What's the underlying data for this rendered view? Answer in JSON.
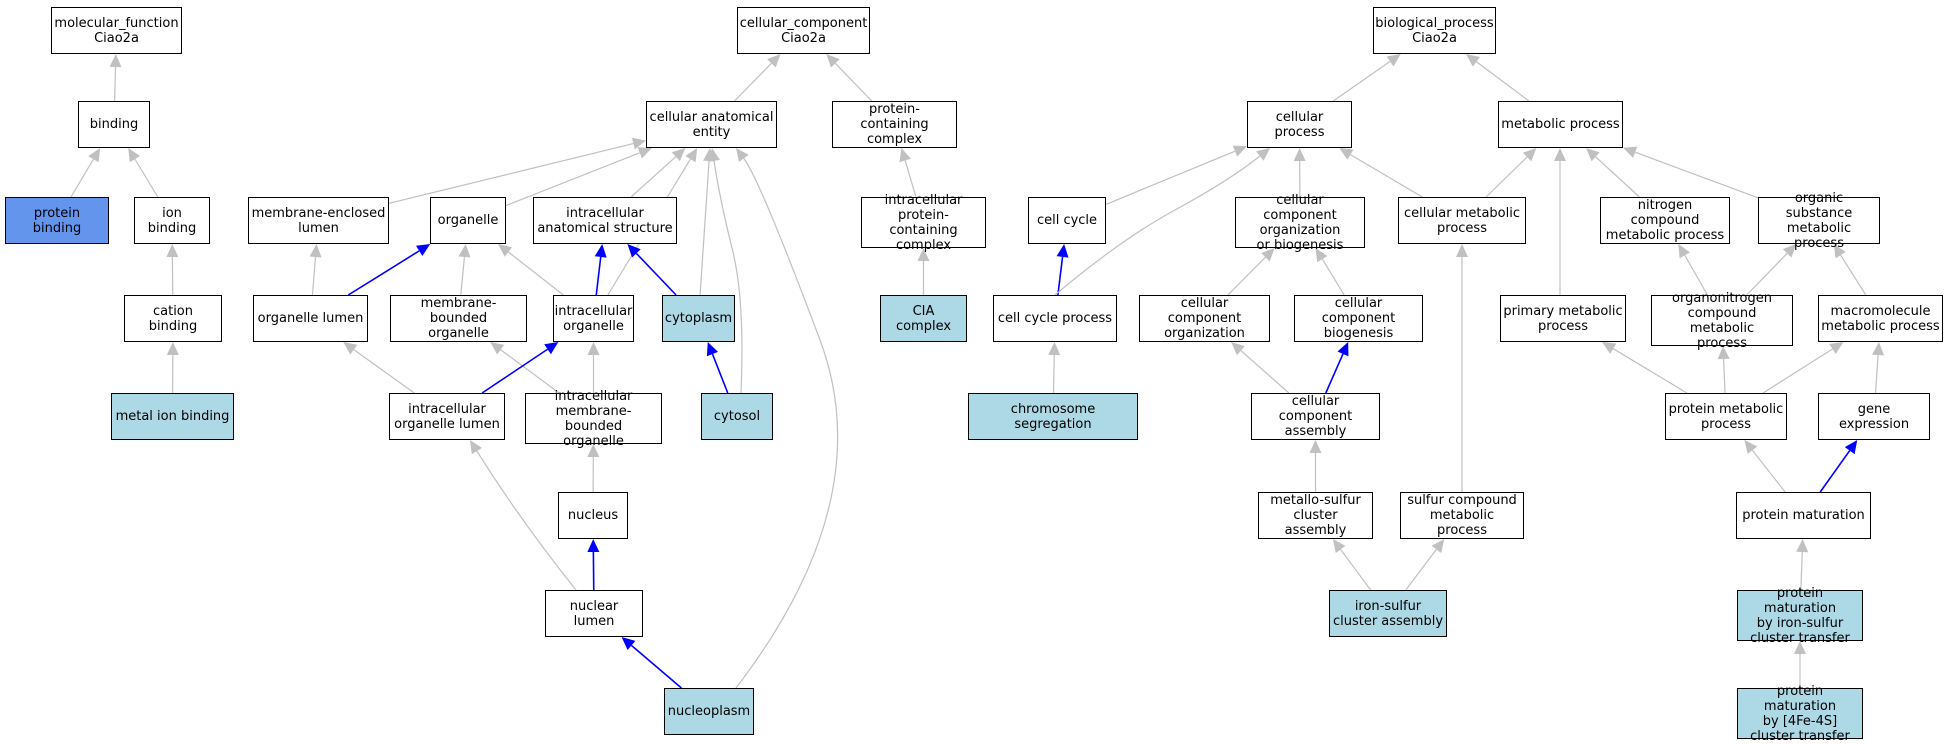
{
  "colors": {
    "plain": "#ffffff",
    "highlight": "#add8e6",
    "focus": "#6495ed",
    "edge_default": "#c0c0c0",
    "edge_emphasis": "#0000ff"
  },
  "nodes": [
    {
      "id": "mf",
      "text": "molecular_function\nCiao2a",
      "fill": "plain"
    },
    {
      "id": "binding",
      "text": "binding",
      "fill": "plain"
    },
    {
      "id": "protein_binding",
      "text": "protein binding",
      "fill": "focus"
    },
    {
      "id": "ion_binding",
      "text": "ion binding",
      "fill": "plain"
    },
    {
      "id": "cation_binding",
      "text": "cation binding",
      "fill": "plain"
    },
    {
      "id": "metal_ion_binding",
      "text": "metal ion binding",
      "fill": "highlight"
    },
    {
      "id": "cc",
      "text": "cellular_component\nCiao2a",
      "fill": "plain"
    },
    {
      "id": "cae",
      "text": "cellular anatomical\nentity",
      "fill": "plain"
    },
    {
      "id": "pcc",
      "text": "protein-containing\ncomplex",
      "fill": "plain"
    },
    {
      "id": "ipcc",
      "text": "intracellular\nprotein-containing\ncomplex",
      "fill": "plain"
    },
    {
      "id": "cia",
      "text": "CIA complex",
      "fill": "highlight"
    },
    {
      "id": "mel",
      "text": "membrane-enclosed\nlumen",
      "fill": "plain"
    },
    {
      "id": "organelle",
      "text": "organelle",
      "fill": "plain"
    },
    {
      "id": "ias",
      "text": "intracellular\nanatomical structure",
      "fill": "plain"
    },
    {
      "id": "olumen",
      "text": "organelle lumen",
      "fill": "plain"
    },
    {
      "id": "mbo",
      "text": "membrane-bounded\norganelle",
      "fill": "plain"
    },
    {
      "id": "io",
      "text": "intracellular\norganelle",
      "fill": "plain"
    },
    {
      "id": "cytoplasm",
      "text": "cytoplasm",
      "fill": "highlight"
    },
    {
      "id": "iol",
      "text": "intracellular\norganelle lumen",
      "fill": "plain"
    },
    {
      "id": "imbo",
      "text": "intracellular\nmembrane-bounded\norganelle",
      "fill": "plain"
    },
    {
      "id": "cytosol",
      "text": "cytosol",
      "fill": "highlight"
    },
    {
      "id": "nucleus",
      "text": "nucleus",
      "fill": "plain"
    },
    {
      "id": "nlumen",
      "text": "nuclear lumen",
      "fill": "plain"
    },
    {
      "id": "nucleoplasm",
      "text": "nucleoplasm",
      "fill": "highlight"
    },
    {
      "id": "bp",
      "text": "biological_process\nCiao2a",
      "fill": "plain"
    },
    {
      "id": "cp",
      "text": "cellular process",
      "fill": "plain"
    },
    {
      "id": "mp",
      "text": "metabolic process",
      "fill": "plain"
    },
    {
      "id": "cc_cycle",
      "text": "cell cycle",
      "fill": "plain"
    },
    {
      "id": "ccob",
      "text": "cellular component\norganization\nor biogenesis",
      "fill": "plain"
    },
    {
      "id": "cmp",
      "text": "cellular metabolic\nprocess",
      "fill": "plain"
    },
    {
      "id": "ncmp",
      "text": "nitrogen compound\nmetabolic process",
      "fill": "plain"
    },
    {
      "id": "osmp",
      "text": "organic substance\nmetabolic process",
      "fill": "plain"
    },
    {
      "id": "ccp",
      "text": "cell cycle process",
      "fill": "plain"
    },
    {
      "id": "cco",
      "text": "cellular component\norganization",
      "fill": "plain"
    },
    {
      "id": "ccb",
      "text": "cellular component\nbiogenesis",
      "fill": "plain"
    },
    {
      "id": "pmp",
      "text": "primary metabolic\nprocess",
      "fill": "plain"
    },
    {
      "id": "ocmp",
      "text": "organonitrogen\ncompound metabolic\nprocess",
      "fill": "plain"
    },
    {
      "id": "mmp",
      "text": "macromolecule\nmetabolic process",
      "fill": "plain"
    },
    {
      "id": "chrseg",
      "text": "chromosome segregation",
      "fill": "highlight"
    },
    {
      "id": "cca",
      "text": "cellular component\nassembly",
      "fill": "plain"
    },
    {
      "id": "protmp",
      "text": "protein metabolic\nprocess",
      "fill": "plain"
    },
    {
      "id": "gexp",
      "text": "gene expression",
      "fill": "plain"
    },
    {
      "id": "msca",
      "text": "metallo-sulfur\ncluster assembly",
      "fill": "plain"
    },
    {
      "id": "scmp",
      "text": "sulfur compound\nmetabolic process",
      "fill": "plain"
    },
    {
      "id": "pmat",
      "text": "protein maturation",
      "fill": "plain"
    },
    {
      "id": "isca",
      "text": "iron-sulfur\ncluster assembly",
      "fill": "highlight"
    },
    {
      "id": "pmisc",
      "text": "protein maturation\nby iron-sulfur\ncluster transfer",
      "fill": "highlight"
    },
    {
      "id": "pm4fe",
      "text": "protein maturation\nby [4Fe-4S]\ncluster transfer",
      "fill": "highlight"
    }
  ],
  "edges": [
    {
      "from": "binding",
      "to": "mf",
      "emphasis": false
    },
    {
      "from": "protein_binding",
      "to": "binding",
      "emphasis": false
    },
    {
      "from": "ion_binding",
      "to": "binding",
      "emphasis": false
    },
    {
      "from": "cation_binding",
      "to": "ion_binding",
      "emphasis": false
    },
    {
      "from": "metal_ion_binding",
      "to": "cation_binding",
      "emphasis": false
    },
    {
      "from": "cae",
      "to": "cc",
      "emphasis": false
    },
    {
      "from": "pcc",
      "to": "cc",
      "emphasis": false
    },
    {
      "from": "ipcc",
      "to": "pcc",
      "emphasis": false
    },
    {
      "from": "cia",
      "to": "ipcc",
      "emphasis": false
    },
    {
      "from": "mel",
      "to": "cae",
      "emphasis": false
    },
    {
      "from": "organelle",
      "to": "cae",
      "emphasis": false
    },
    {
      "from": "ias",
      "to": "cae",
      "emphasis": false
    },
    {
      "from": "io",
      "to": "cae",
      "emphasis": false
    },
    {
      "from": "cytoplasm",
      "to": "cae",
      "emphasis": false
    },
    {
      "from": "cytosol",
      "to": "cae",
      "emphasis": false
    },
    {
      "from": "nucleoplasm",
      "to": "cae",
      "emphasis": false
    },
    {
      "from": "olumen",
      "to": "mel",
      "emphasis": false
    },
    {
      "from": "olumen",
      "to": "organelle",
      "emphasis": true
    },
    {
      "from": "mbo",
      "to": "organelle",
      "emphasis": false
    },
    {
      "from": "io",
      "to": "organelle",
      "emphasis": false
    },
    {
      "from": "io",
      "to": "ias",
      "emphasis": true
    },
    {
      "from": "cytoplasm",
      "to": "ias",
      "emphasis": true
    },
    {
      "from": "iol",
      "to": "olumen",
      "emphasis": false
    },
    {
      "from": "iol",
      "to": "io",
      "emphasis": true
    },
    {
      "from": "imbo",
      "to": "mbo",
      "emphasis": false
    },
    {
      "from": "imbo",
      "to": "io",
      "emphasis": false
    },
    {
      "from": "cytosol",
      "to": "cytoplasm",
      "emphasis": true
    },
    {
      "from": "nucleus",
      "to": "imbo",
      "emphasis": false
    },
    {
      "from": "nlumen",
      "to": "iol",
      "emphasis": false
    },
    {
      "from": "nlumen",
      "to": "nucleus",
      "emphasis": true
    },
    {
      "from": "nucleoplasm",
      "to": "nlumen",
      "emphasis": true
    },
    {
      "from": "cp",
      "to": "bp",
      "emphasis": false
    },
    {
      "from": "mp",
      "to": "bp",
      "emphasis": false
    },
    {
      "from": "cc_cycle",
      "to": "cp",
      "emphasis": false
    },
    {
      "from": "ccp",
      "to": "cp",
      "emphasis": false
    },
    {
      "from": "ccob",
      "to": "cp",
      "emphasis": false
    },
    {
      "from": "cmp",
      "to": "cp",
      "emphasis": false
    },
    {
      "from": "cmp",
      "to": "mp",
      "emphasis": false
    },
    {
      "from": "pmp",
      "to": "mp",
      "emphasis": false
    },
    {
      "from": "ncmp",
      "to": "mp",
      "emphasis": false
    },
    {
      "from": "osmp",
      "to": "mp",
      "emphasis": false
    },
    {
      "from": "ccp",
      "to": "cc_cycle",
      "emphasis": true
    },
    {
      "from": "cco",
      "to": "ccob",
      "emphasis": false
    },
    {
      "from": "ccb",
      "to": "ccob",
      "emphasis": false
    },
    {
      "from": "ocmp",
      "to": "ncmp",
      "emphasis": false
    },
    {
      "from": "ocmp",
      "to": "osmp",
      "emphasis": false
    },
    {
      "from": "mmp",
      "to": "osmp",
      "emphasis": false
    },
    {
      "from": "chrseg",
      "to": "ccp",
      "emphasis": false
    },
    {
      "from": "cca",
      "to": "cco",
      "emphasis": false
    },
    {
      "from": "cca",
      "to": "ccb",
      "emphasis": true
    },
    {
      "from": "scmp",
      "to": "cmp",
      "emphasis": false
    },
    {
      "from": "protmp",
      "to": "pmp",
      "emphasis": false
    },
    {
      "from": "protmp",
      "to": "ocmp",
      "emphasis": false
    },
    {
      "from": "protmp",
      "to": "mmp",
      "emphasis": false
    },
    {
      "from": "gexp",
      "to": "mmp",
      "emphasis": false
    },
    {
      "from": "msca",
      "to": "cca",
      "emphasis": false
    },
    {
      "from": "pmat",
      "to": "protmp",
      "emphasis": false
    },
    {
      "from": "pmat",
      "to": "gexp",
      "emphasis": true
    },
    {
      "from": "isca",
      "to": "msca",
      "emphasis": false
    },
    {
      "from": "isca",
      "to": "scmp",
      "emphasis": false
    },
    {
      "from": "pmisc",
      "to": "pmat",
      "emphasis": false
    },
    {
      "from": "pm4fe",
      "to": "pmisc",
      "emphasis": false
    }
  ]
}
